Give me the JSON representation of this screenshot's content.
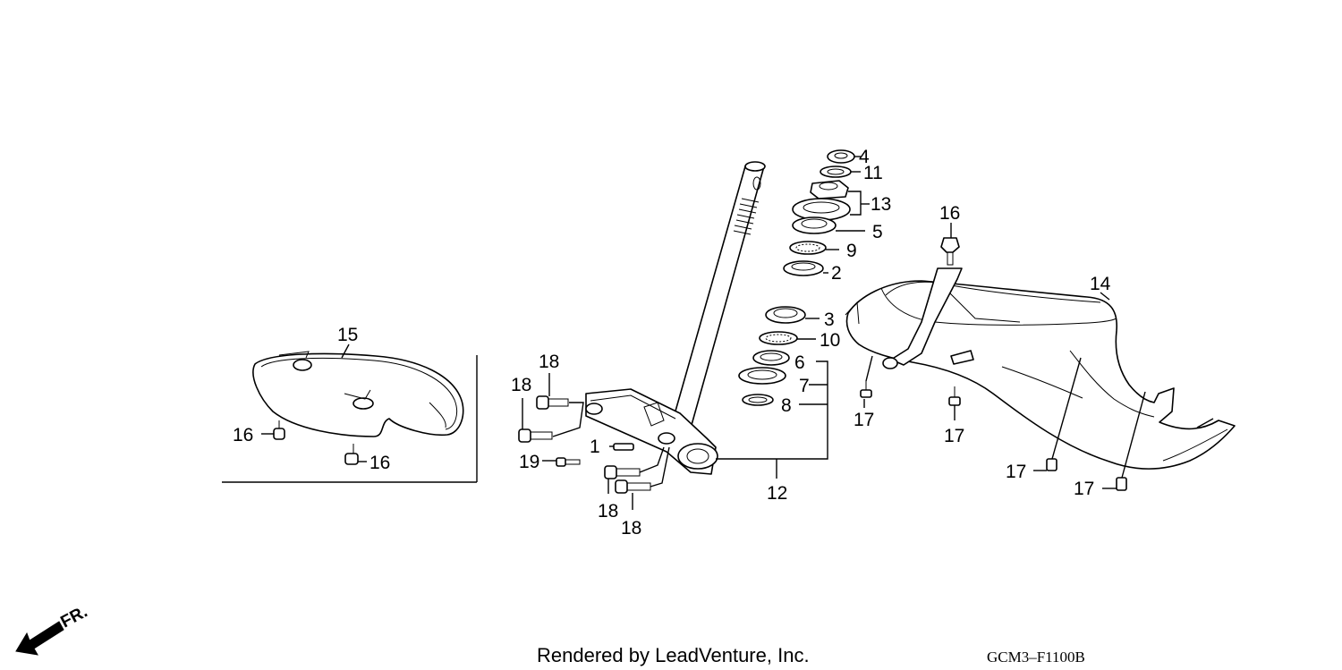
{
  "callouts": {
    "c1": "1",
    "c2": "2",
    "c3": "3",
    "c4": "4",
    "c5": "5",
    "c6": "6",
    "c7": "7",
    "c8": "8",
    "c9": "9",
    "c10": "10",
    "c11": "11",
    "c12": "12",
    "c13": "13",
    "c14": "14",
    "c15": "15",
    "c16a": "16",
    "c16b": "16",
    "c16c": "16",
    "c17a": "17",
    "c17b": "17",
    "c17c": "17",
    "c17d": "17",
    "c18a": "18",
    "c18b": "18",
    "c18c": "18",
    "c18d": "18",
    "c19": "19"
  },
  "direction": {
    "label": "FR."
  },
  "footer": {
    "credit": "Rendered by LeadVenture, Inc.",
    "diagram_code": "GCM3–F1100B"
  }
}
